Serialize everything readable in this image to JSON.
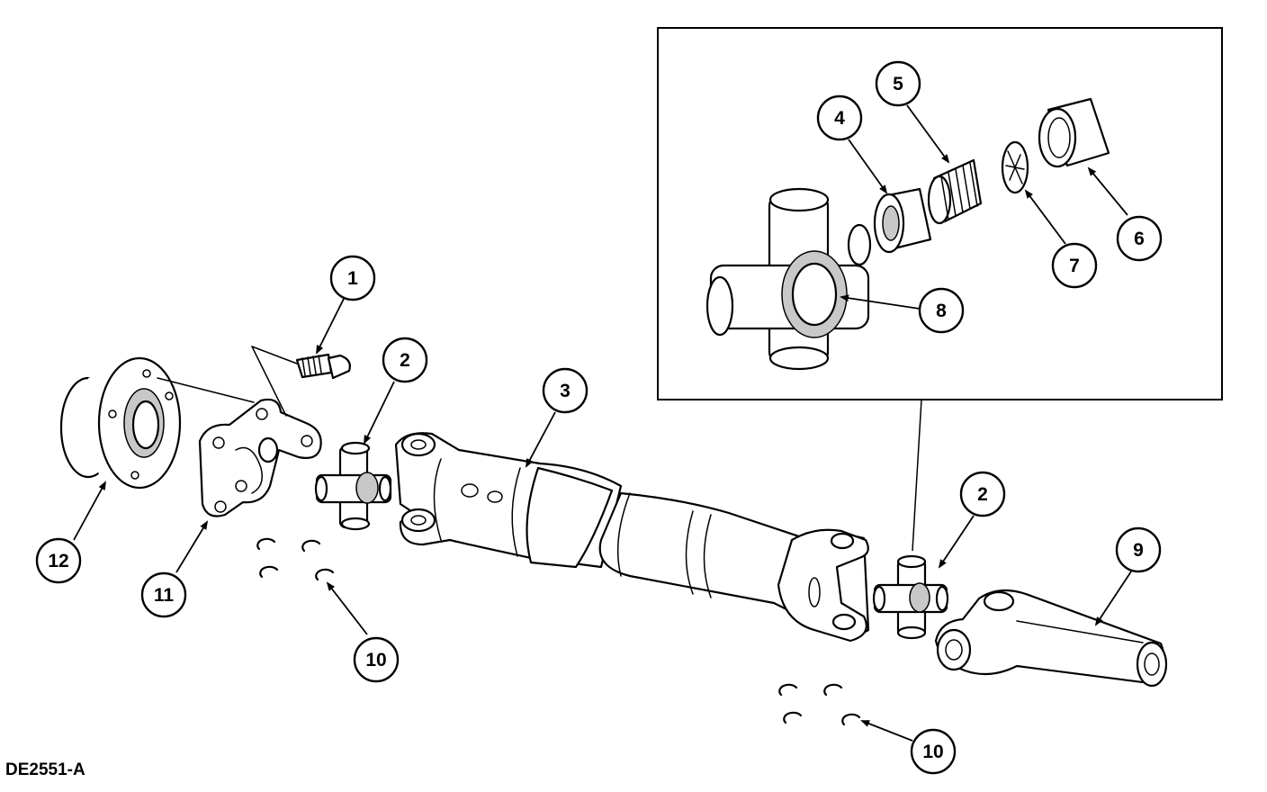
{
  "figure": {
    "id_label": "DE2551-A"
  },
  "callouts": [
    {
      "key": "c1",
      "number": "1"
    },
    {
      "key": "c2a",
      "number": "2"
    },
    {
      "key": "c2b",
      "number": "2"
    },
    {
      "key": "c3",
      "number": "3"
    },
    {
      "key": "c4",
      "number": "4"
    },
    {
      "key": "c5",
      "number": "5"
    },
    {
      "key": "c6",
      "number": "6"
    },
    {
      "key": "c7",
      "number": "7"
    },
    {
      "key": "c8",
      "number": "8"
    },
    {
      "key": "c9",
      "number": "9"
    },
    {
      "key": "c10a",
      "number": "10"
    },
    {
      "key": "c10b",
      "number": "10"
    },
    {
      "key": "c11",
      "number": "11"
    },
    {
      "key": "c12",
      "number": "12"
    }
  ]
}
